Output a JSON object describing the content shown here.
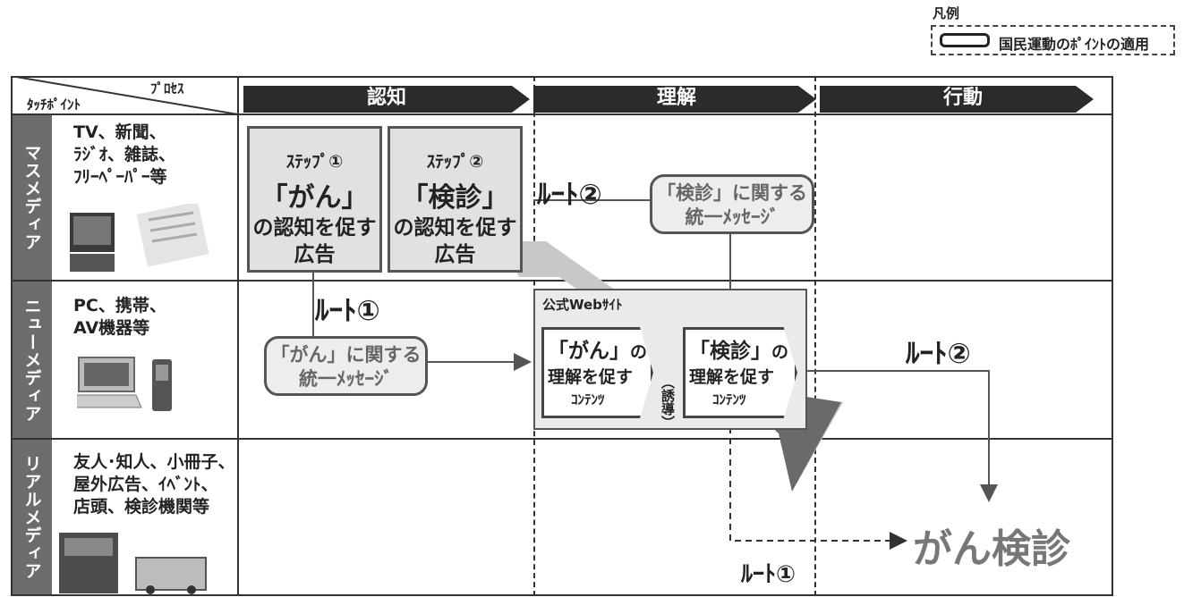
{
  "legend": {
    "title": "凡例",
    "item_label": "国民運動のﾎﾟｲﾝﾄの適用"
  },
  "header": {
    "process_label": "ﾌﾟﾛｾｽ",
    "touchpoint_label": "ﾀｯﾁﾎﾟｲﾝﾄ"
  },
  "phases": [
    "認知",
    "理解",
    "行動"
  ],
  "rows": [
    {
      "label": "マスメディア",
      "media": [
        "TV、新聞、",
        "ﾗｼﾞｵ、雑誌、",
        "ﾌﾘｰﾍﾟｰﾊﾟｰ等"
      ]
    },
    {
      "label": "ニューメディア",
      "media": [
        "PC、携帯、",
        "AV機器等"
      ]
    },
    {
      "label": "リアルメディア",
      "media": [
        "友人･知人、小冊子、",
        "屋外広告、ｲﾍﾞﾝﾄ、",
        "店頭、検診機関等"
      ]
    }
  ],
  "steps": [
    {
      "step": "ｽﾃｯﾌﾟ①",
      "keyword": "「がん」",
      "line1": "の認知を促す",
      "line2": "広告"
    },
    {
      "step": "ｽﾃｯﾌﾟ②",
      "keyword": "「検診」",
      "line1": "の認知を促す",
      "line2": "広告"
    }
  ],
  "messages": {
    "kenshin": {
      "line1": "「検診」に関する",
      "line2": "統一ﾒｯｾｰｼﾞ"
    },
    "gan": {
      "line1": "「がん」に関する",
      "line2": "統一ﾒｯｾｰｼﾞ"
    }
  },
  "routes": {
    "route1": "ﾙｰﾄ①",
    "route2": "ﾙｰﾄ②"
  },
  "website": {
    "label": "公式Webｻｲﾄ",
    "content1": {
      "keyword": "「がん」",
      "suffix": "の",
      "line2": "理解を促す",
      "line3": "ｺﾝﾃﾝﾂ"
    },
    "content2": {
      "keyword": "「検診」",
      "suffix": "の",
      "line2": "理解を促す",
      "line3": "ｺﾝﾃﾝﾂ"
    },
    "guide": "（誘導）"
  },
  "goal": "がん検診"
}
